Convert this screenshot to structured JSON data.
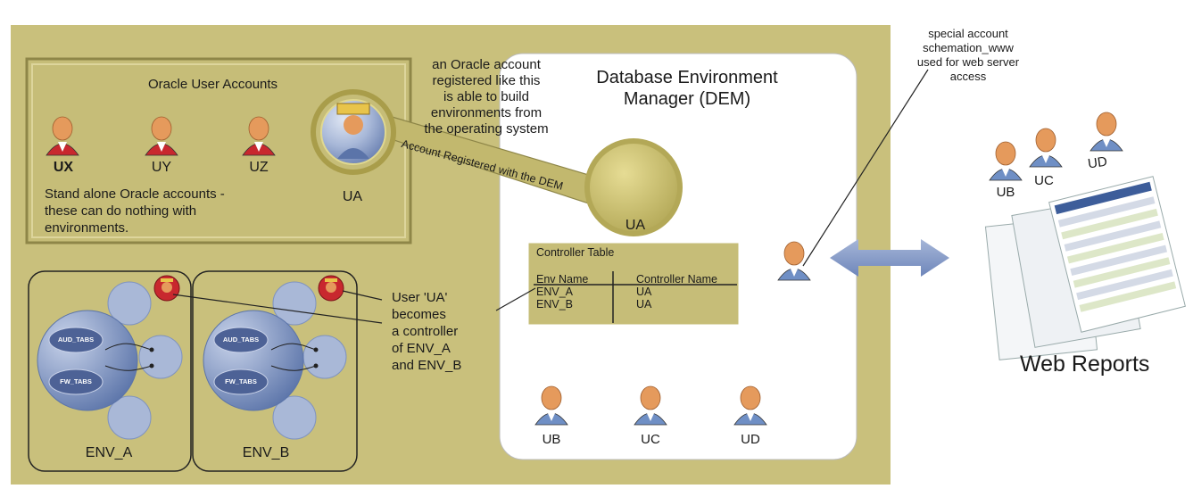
{
  "colors": {
    "background_panel": "#c9c07c",
    "panel_border": "#9a9150",
    "dem_box": "#ffffff",
    "arrow": "#7f96c2",
    "user_red": "#c8282e",
    "user_blue": "#6f8fc5",
    "skin": "#e59a5c",
    "circle_blue": "#a9b8d7"
  },
  "oracle_accounts": {
    "title": "Oracle User Accounts",
    "users": [
      "UX",
      "UY",
      "UZ"
    ],
    "registered_user": "UA",
    "standalone_note": [
      "Stand alone Oracle accounts -",
      "these can do nothing with",
      "environments."
    ]
  },
  "callout_registered": [
    "an Oracle account",
    "registered like this",
    "is able to build",
    "environments from",
    "the operating system"
  ],
  "dem": {
    "title": [
      "Database Environment",
      "Manager (DEM)"
    ],
    "registered_label": "Account Registered with the DEM",
    "circle_user": "UA",
    "bottom_users": [
      "UB",
      "UC",
      "UD"
    ]
  },
  "controller_table": {
    "title": "Controller Table",
    "headers": [
      "Env Name",
      "Controller Name"
    ],
    "rows": [
      [
        "ENV_A",
        "UA"
      ],
      [
        "ENV_B",
        "UA"
      ]
    ]
  },
  "controller_note": [
    "User 'UA'",
    "becomes",
    "a controller",
    "of ENV_A",
    "and ENV_B"
  ],
  "environments": [
    {
      "name": "ENV_A",
      "schemas": [
        "AUD_TABS",
        "FW_TABS"
      ]
    },
    {
      "name": "ENV_B",
      "schemas": [
        "AUD_TABS",
        "FW_TABS"
      ]
    }
  ],
  "special_account_note": [
    "special account",
    "schemation_www",
    "used for web server",
    "access"
  ],
  "web": {
    "users": [
      "UB",
      "UC",
      "UD"
    ],
    "label": "Web Reports"
  }
}
